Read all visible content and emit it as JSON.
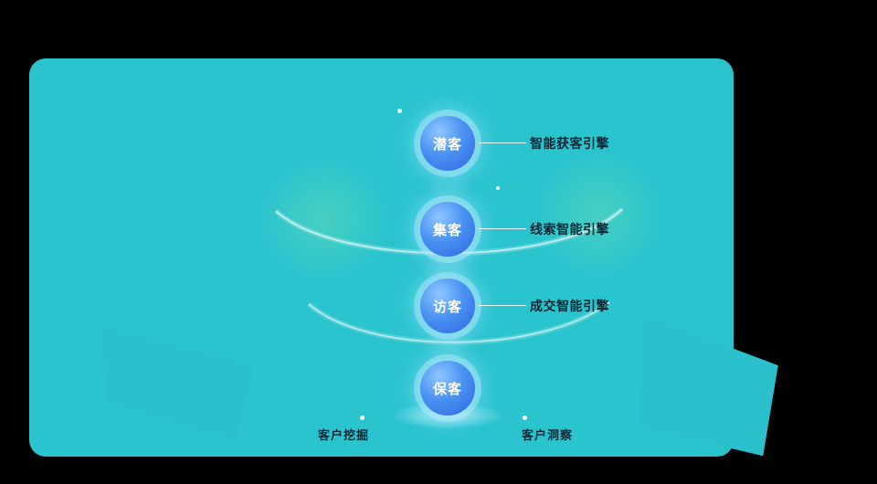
{
  "page": {
    "background_color": "#000000",
    "panel_color": "#2ac4cf",
    "circle_color": "#3d7cf0",
    "halo_color": "#bfe8ff",
    "label_text_color": "#0f2633"
  },
  "funnel": {
    "stages": [
      {
        "label": "潜客",
        "engine": "智能获客引擎"
      },
      {
        "label": "集客",
        "engine": "线索智能引擎"
      },
      {
        "label": "访客",
        "engine": "成交智能引擎"
      },
      {
        "label": "保客"
      }
    ]
  },
  "footer": {
    "items": [
      {
        "label": "客户挖掘"
      },
      {
        "label": "客户洞察"
      }
    ]
  }
}
